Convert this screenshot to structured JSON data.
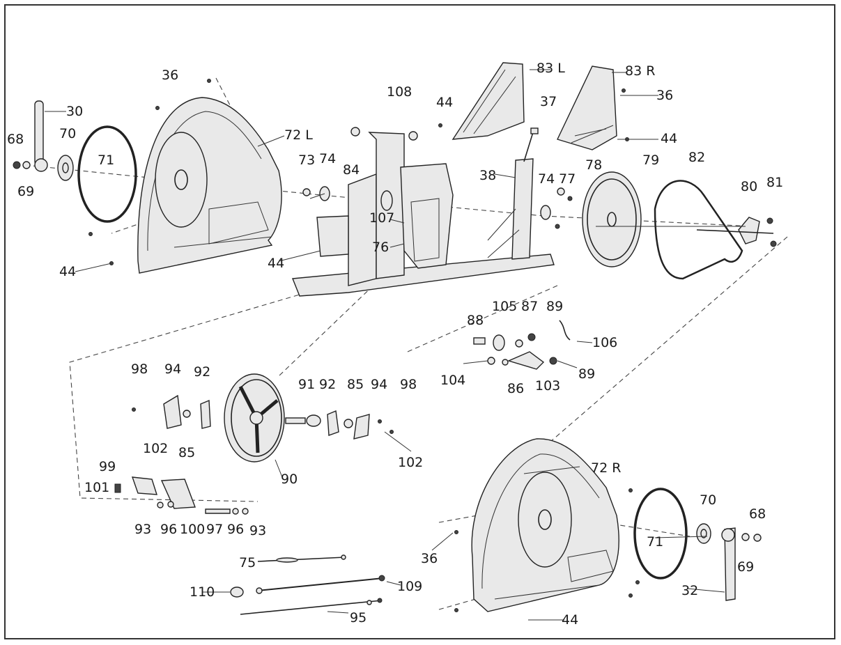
{
  "labels": {
    "l36a": "36",
    "l30": "30",
    "l68a": "68",
    "l70a": "70",
    "l71a": "71",
    "l69a": "69",
    "l72L": "72 L",
    "l44a": "44",
    "l108": "108",
    "l44b": "44",
    "l83L": "83 L",
    "l83R": "83 R",
    "l36b": "36",
    "l44c": "44",
    "l37": "37",
    "l73": "73",
    "l74a": "74",
    "l84": "84",
    "l38": "38",
    "l74b": "74",
    "l77": "77",
    "l78": "78",
    "l79": "79",
    "l82": "82",
    "l80": "80",
    "l81": "81",
    "l107": "107",
    "l76": "76",
    "l44d": "44",
    "l105": "105",
    "l87": "87",
    "l89a": "89",
    "l88": "88",
    "l106": "106",
    "l104": "104",
    "l86": "86",
    "l103": "103",
    "l89b": "89",
    "l98a": "98",
    "l94a": "94",
    "l92a": "92",
    "l91": "91",
    "l92b": "92",
    "l85b": "85",
    "l94b": "94",
    "l98b": "98",
    "l102a": "102",
    "l85a": "85",
    "l102b": "102",
    "l90": "90",
    "l99": "99",
    "l101": "101",
    "l93a": "93",
    "l96a": "96",
    "l100": "100",
    "l97": "97",
    "l96b": "96",
    "l93b": "93",
    "l72R": "72 R",
    "l70b": "70",
    "l68b": "68",
    "l71b": "71",
    "l36c": "36",
    "l69b": "69",
    "l75": "75",
    "l110": "110",
    "l109": "109",
    "l32": "32",
    "l95": "95",
    "l44e": "44"
  }
}
